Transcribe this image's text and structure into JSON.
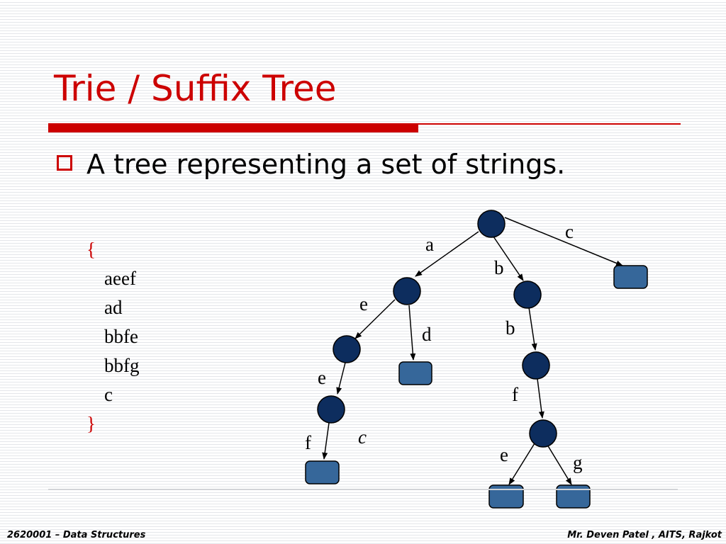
{
  "slide": {
    "title": "Trie / Suffix Tree",
    "bullet": "A tree representing a set of strings."
  },
  "string_set": {
    "open_brace": "{",
    "close_brace": "}",
    "items": [
      "aeef",
      "ad",
      "bbfe",
      "bbfg",
      "c"
    ]
  },
  "trie": {
    "edge_labels": {
      "a": "a",
      "c": "c",
      "b1": "b",
      "e1": "e",
      "d": "d",
      "b2": "b",
      "e2": "e",
      "f1": "f",
      "f2": "f",
      "e3": "e",
      "g": "g"
    },
    "stray_mark": "c",
    "colors": {
      "internal_node": "#0d2d5e",
      "leaf_node": "#36679a",
      "stray_mark": "#22cc66"
    }
  },
  "footer": {
    "left": "2620001 – Data Structures",
    "right": "Mr. Deven Patel , AITS, Rajkot"
  }
}
